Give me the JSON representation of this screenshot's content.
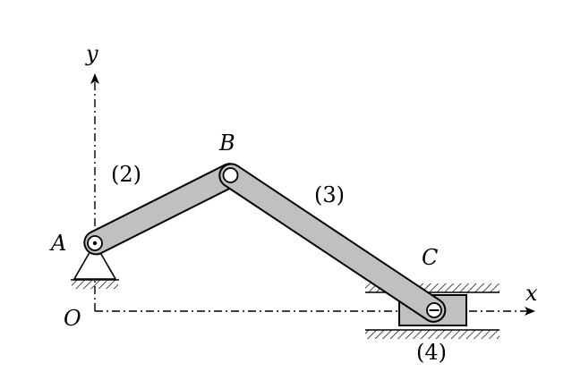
{
  "diagram": {
    "point_labels": {
      "a": "A",
      "b": "B",
      "c": "C",
      "o": "O"
    },
    "axis_labels": {
      "x": "x",
      "y": "y"
    },
    "link_labels": {
      "crank": "(2)",
      "coupler": "(3)",
      "slider": "(4)"
    },
    "colors": {
      "link_fill": "#c0c0c0",
      "stroke": "#000000",
      "background": "#ffffff"
    }
  }
}
